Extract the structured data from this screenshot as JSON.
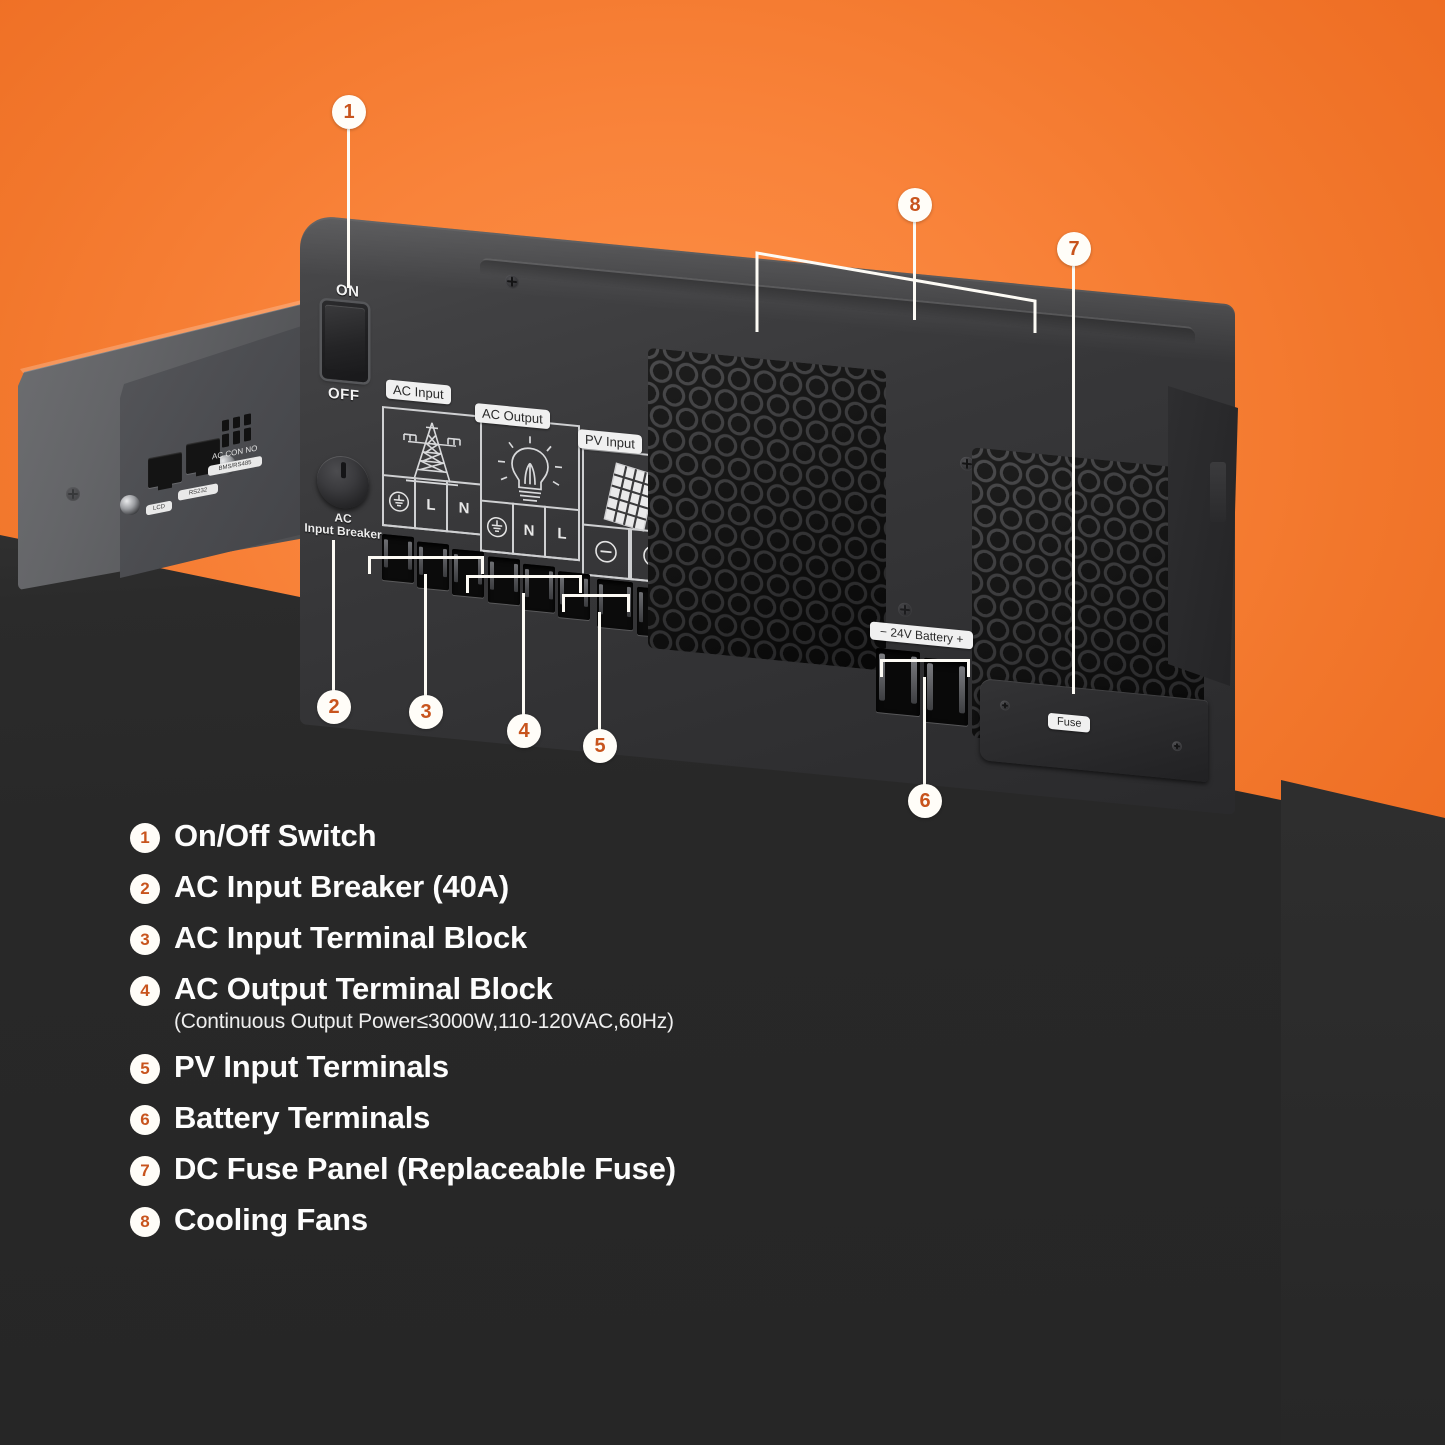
{
  "colors": {
    "background_orange": "#F2772C",
    "background_orange_light": "#FB9047",
    "panel_dark": "#282828",
    "badge_fill": "#FFFDF8",
    "badge_text": "#C8541D",
    "leader_line": "#FDFBF5",
    "text_white": "#FDFDFD"
  },
  "device": {
    "switch": {
      "on_label": "ON",
      "off_label": "OFF"
    },
    "breaker": {
      "label_line1": "AC",
      "label_line2": "Input Breaker"
    },
    "terminal_legend": {
      "ac_input": {
        "label": "AC Input",
        "icon": "transmission-tower-icon",
        "pins": [
          "⏚",
          "L",
          "N"
        ]
      },
      "ac_output": {
        "label": "AC Output",
        "icon": "light-bulb-icon",
        "pins": [
          "⏚",
          "N",
          "L"
        ]
      },
      "pv_input": {
        "label": "PV Input",
        "icon": "solar-panel-icon",
        "pins": [
          "⊖",
          "⊕"
        ]
      }
    },
    "battery": {
      "label": "24V Battery",
      "minus": "−",
      "plus": "+"
    },
    "fuse": {
      "label": "Fuse"
    },
    "side_ports": [
      {
        "label": "LCD"
      },
      {
        "label": "RS232"
      },
      {
        "label": "AC CON NO"
      },
      {
        "label": "BMS/RS485"
      }
    ]
  },
  "callouts": [
    {
      "id": "1",
      "number": "1"
    },
    {
      "id": "2",
      "number": "2"
    },
    {
      "id": "3",
      "number": "3"
    },
    {
      "id": "4",
      "number": "4"
    },
    {
      "id": "5",
      "number": "5"
    },
    {
      "id": "6",
      "number": "6"
    },
    {
      "id": "7",
      "number": "7"
    },
    {
      "id": "8",
      "number": "8"
    }
  ],
  "legend": {
    "items": [
      {
        "num": "1",
        "title": "On/Off Switch",
        "sub": ""
      },
      {
        "num": "2",
        "title": "AC Input Breaker (40A)",
        "sub": ""
      },
      {
        "num": "3",
        "title": "AC Input Terminal Block",
        "sub": ""
      },
      {
        "num": "4",
        "title": "AC Output Terminal Block",
        "sub": "(Continuous Output Power≤3000W,110-120VAC,60Hz)"
      },
      {
        "num": "5",
        "title": "PV Input Terminals",
        "sub": ""
      },
      {
        "num": "6",
        "title": "Battery Terminals",
        "sub": ""
      },
      {
        "num": "7",
        "title": "DC Fuse Panel (Replaceable Fuse)",
        "sub": ""
      },
      {
        "num": "8",
        "title": "Cooling Fans",
        "sub": ""
      }
    ]
  }
}
